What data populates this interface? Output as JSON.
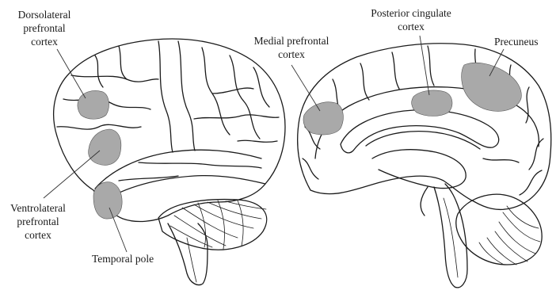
{
  "colors": {
    "region": "#a9a9a9",
    "outline": "#1a1a1a",
    "background": "#ffffff"
  },
  "labels": {
    "dlpfc": "Dorsolateral\nprefrontal\ncortex",
    "vlpfc": "Ventrolateral\nprefrontal\ncortex",
    "temporal_pole": "Temporal pole",
    "mpfc": "Medial prefrontal\ncortex",
    "pcc": "Posterior cingulate\ncortex",
    "precuneus": "Precuneus"
  }
}
